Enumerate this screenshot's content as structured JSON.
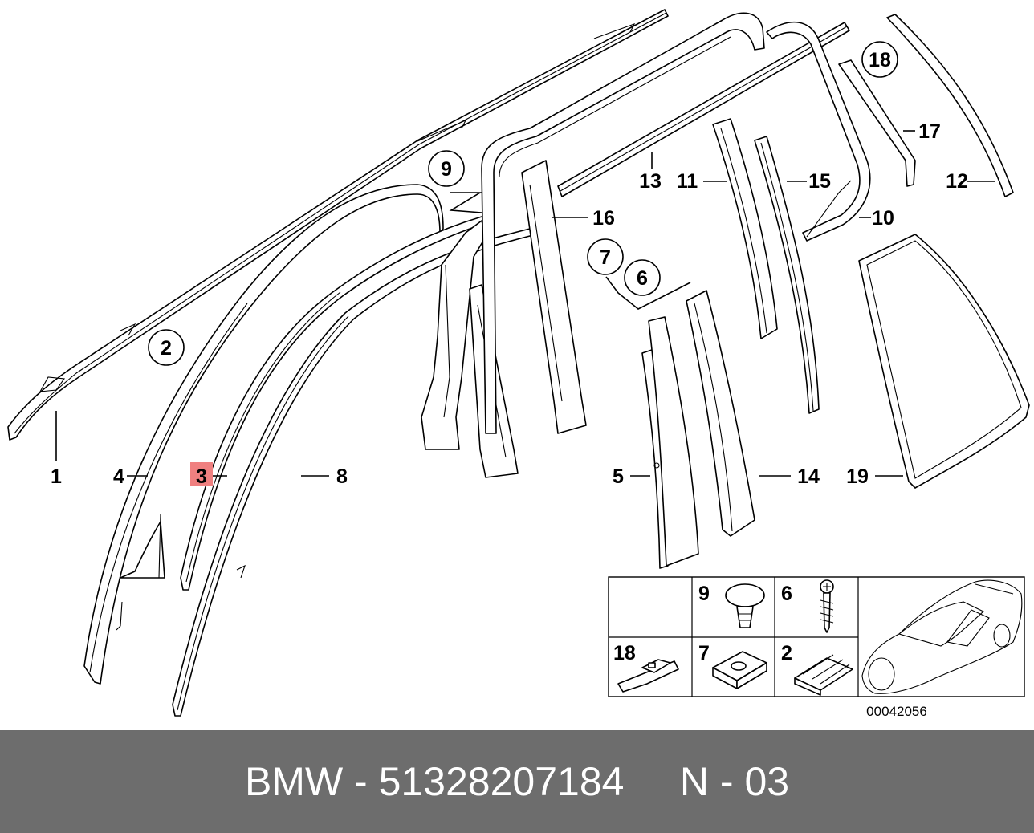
{
  "callouts": {
    "p1": "1",
    "p2": "2",
    "p3": "3",
    "p4": "4",
    "p5": "5",
    "p6": "6",
    "p7": "7",
    "p8": "8",
    "p9": "9",
    "p10": "10",
    "p11": "11",
    "p12": "12",
    "p13": "13",
    "p14": "14",
    "p15": "15",
    "p16": "16",
    "p17": "17",
    "p18": "18",
    "p19": "19"
  },
  "circled": {
    "c2": "2",
    "c9": "9",
    "c7": "7",
    "c6": "6",
    "c18": "18"
  },
  "highlight_part": "3",
  "highlight_color": "#f08080",
  "inset": {
    "cells": [
      {
        "label": ""
      },
      {
        "label": "9"
      },
      {
        "label": "6"
      },
      {
        "label": "18"
      },
      {
        "label": "7"
      },
      {
        "label": "2"
      }
    ],
    "car_image": "car-sedan-side-icon"
  },
  "diagram_code": "00042056",
  "footer": {
    "text": "BMW - 51328207184     N - 03",
    "background": "#6d6d6d",
    "color": "#ffffff"
  }
}
